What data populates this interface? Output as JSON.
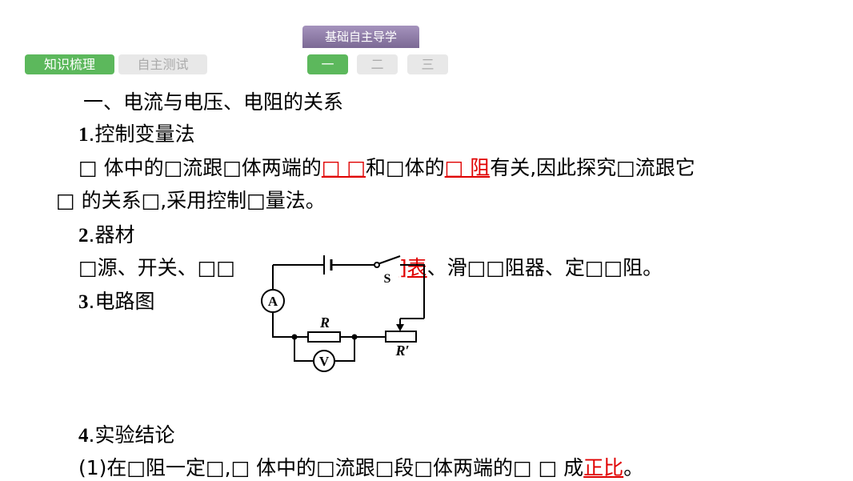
{
  "nav": {
    "tab1": "知识梳理",
    "tab2": "自主测试",
    "header": "基础自主导学",
    "pages": [
      "一",
      "二",
      "三"
    ]
  },
  "content": {
    "title": "一、电流与电压、电阻的关系",
    "s1_num": "1",
    "s1_label": ".控制变量法",
    "p1a": "□ 体中的□流跟□体两端的",
    "p1b": "□ □",
    "p1c": "和□体的",
    "p1d": "□ 阻",
    "p1e": "有关,因此探究□流跟它",
    "p2": "□ 的关系□,采用控制□量法。",
    "s2_num": "2",
    "s2_label": ".器材",
    "p3a": "□源、开关、□□",
    "p3b": "]表",
    "p3c": "、滑□□阻器、定□□阻。",
    "s3_num": "3",
    "s3_label": ".电路图",
    "s4_num": "4",
    "s4_label": ".实验结论",
    "p4a": "(1)在□阻一定□,□ 体中的□流跟□段□体两端的□ □ 成",
    "p4b": "正比",
    "p4c": "。"
  },
  "circuit": {
    "ammeter": "A",
    "voltmeter": "V",
    "switch": "S",
    "resistor": "R",
    "rheostat": "R′"
  }
}
